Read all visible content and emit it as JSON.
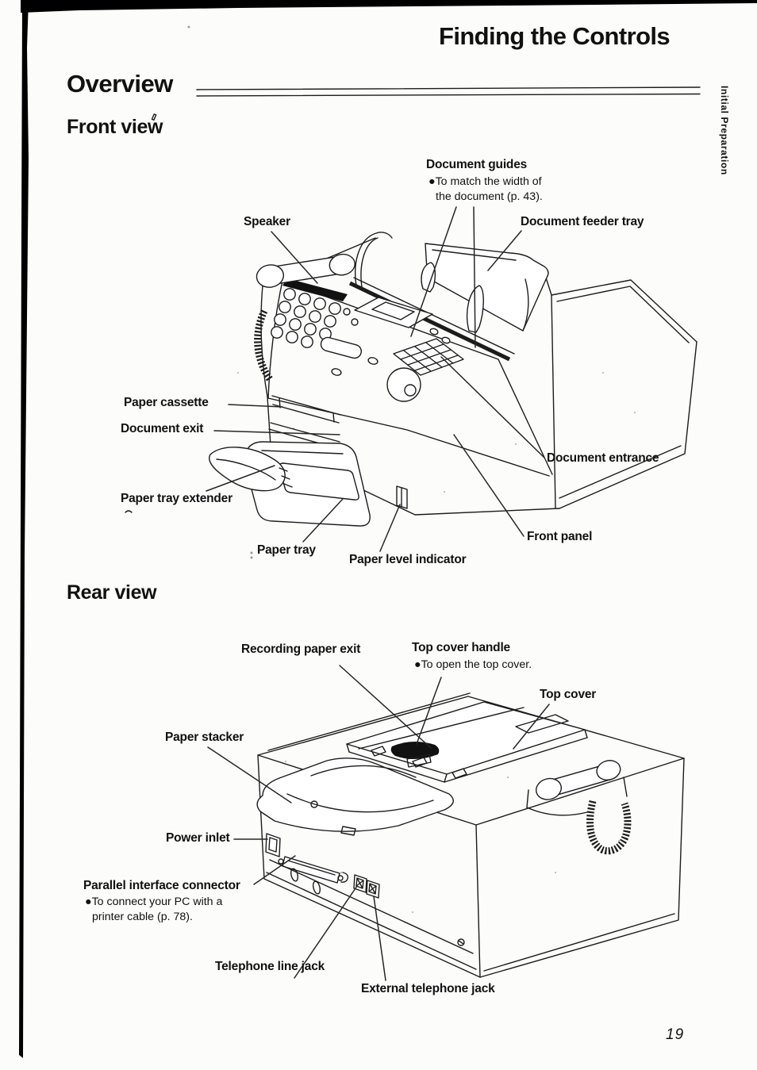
{
  "page": {
    "title": "Finding the Controls",
    "page_number": "19",
    "side_tab": "Initial Preparation",
    "ink_color": "#1c1c1c"
  },
  "overview": {
    "heading": "Overview"
  },
  "front_view": {
    "heading": "Front view",
    "labels": {
      "document_guides": "Document guides",
      "document_guides_note_1": "●To match the width of",
      "document_guides_note_2": "the document (p. 43).",
      "speaker": "Speaker",
      "document_feeder_tray": "Document feeder tray",
      "paper_cassette": "Paper cassette",
      "document_exit": "Document exit",
      "paper_tray_extender": "Paper tray extender",
      "paper_tray": "Paper tray",
      "paper_level_indicator": "Paper level indicator",
      "document_entrance": "Document entrance",
      "front_panel": "Front panel"
    }
  },
  "rear_view": {
    "heading": "Rear view",
    "labels": {
      "recording_paper_exit": "Recording paper exit",
      "top_cover_handle": "Top cover handle",
      "top_cover_handle_note": "●To open the top cover.",
      "top_cover": "Top cover",
      "paper_stacker": "Paper stacker",
      "power_inlet": "Power inlet",
      "parallel_interface_connector": "Parallel interface connector",
      "parallel_note_1": "●To connect your PC with a",
      "parallel_note_2": "printer cable (p. 78).",
      "telephone_line_jack": "Telephone line jack",
      "external_telephone_jack": "External telephone jack"
    }
  }
}
